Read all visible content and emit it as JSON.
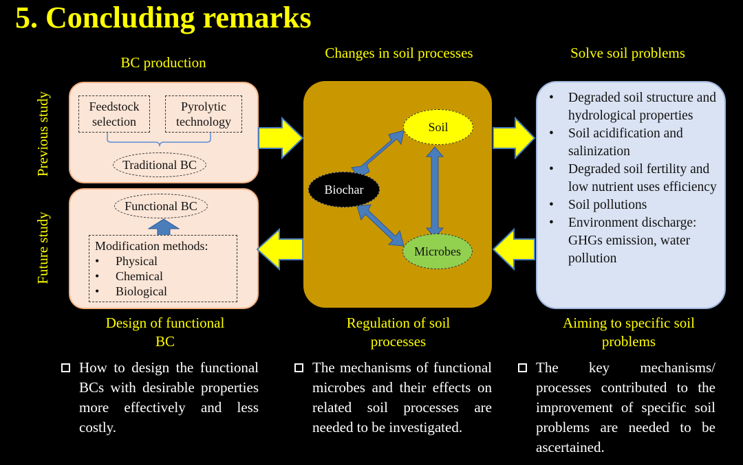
{
  "title": "5. Concluding remarks",
  "left": {
    "heading": "BC production",
    "feedstock": "Feedstock selection",
    "pyrolytic": "Pyrolytic technology",
    "traditional": "Traditional BC",
    "functional": "Functional BC",
    "mod_title": "Modification methods:",
    "mod_items": [
      "Physical",
      "Chemical",
      "Biological"
    ],
    "bottom_label": "Design of functional BC"
  },
  "side_labels": {
    "previous": "Previous study",
    "future": "Future study"
  },
  "middle": {
    "heading": "Changes in soil processes",
    "soil": "Soil",
    "biochar": "Biochar",
    "microbes": "Microbes",
    "bottom_label": "Regulation of soil processes"
  },
  "right": {
    "heading": "Solve soil problems",
    "problems": [
      "Degraded soil structure and hydrological properties",
      "Soil acidification and salinization",
      "Degraded soil fertility and low nutrient uses efficiency",
      "Soil pollutions",
      "Environment discharge: GHGs emission, water pollution"
    ],
    "bottom_label": "Aiming to specific soil problems"
  },
  "remarks": [
    "How to design the functional BCs with desirable properties more effectively and less costly.",
    "The mechanisms of functional microbes and their effects on related soil processes are needed to be investigated.",
    "The key mechanisms/ processes contributed to the improvement of specific soil problems are needed to be ascertained."
  ],
  "colors": {
    "accent": "#ffff00",
    "left_panel": "#fbe5d6",
    "middle_panel": "#c99700",
    "right_panel": "#dae3f3",
    "soil_node": "#ffff00",
    "biochar_node": "#000000",
    "microbes_node": "#92d050",
    "connector_arrow": "#4a7ebb"
  }
}
